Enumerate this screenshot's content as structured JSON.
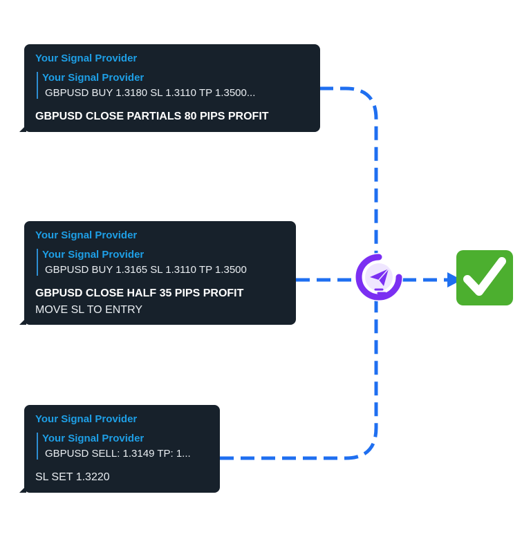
{
  "messages": [
    {
      "sender": "Your Signal Provider",
      "reply_sender": "Your Signal Provider",
      "reply_text": "GBPUSD BUY 1.3180 SL 1.3110 TP 1.3500...",
      "lines": [
        "GBPUSD CLOSE PARTIALS 80 PIPS PROFIT"
      ]
    },
    {
      "sender": "Your Signal Provider",
      "reply_sender": "Your Signal Provider",
      "reply_text": "GBPUSD BUY 1.3165 SL 1.3110 TP 1.3500",
      "lines": [
        "GBPUSD CLOSE HALF 35 PIPS PROFIT",
        "MOVE SL TO ENTRY"
      ]
    },
    {
      "sender": "Your Signal Provider",
      "reply_sender": "Your Signal Provider",
      "reply_text": "GBPUSD SELL: 1.3149  TP:  1...",
      "lines": [
        "SL SET 1.3220"
      ]
    }
  ],
  "hub_icon": "paper-plane-logo-icon",
  "result_icon": "check-mark-icon",
  "colors": {
    "connector": "#1f6ff0",
    "bubble": "#17212b",
    "sender": "#1e9fe6",
    "hub": "#7b2ff2",
    "check": "#4caf2f"
  }
}
